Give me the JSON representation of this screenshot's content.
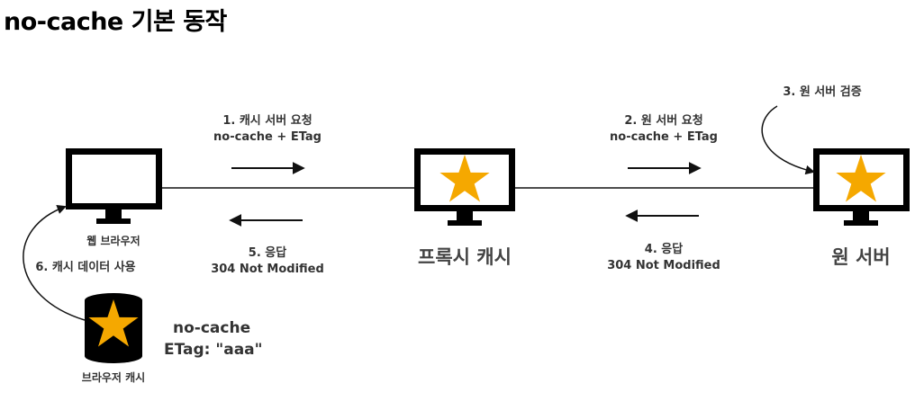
{
  "title": "no-cache 기본 동작",
  "colors": {
    "star": "#F5A800",
    "device": "#000000",
    "line": "#111111"
  },
  "nodes": {
    "browser": {
      "label": "웹 브라우저",
      "icon": "monitor-icon"
    },
    "proxy": {
      "label": "프록시 캐시",
      "icon": "monitor-star-icon"
    },
    "origin": {
      "label": "원 서버",
      "icon": "monitor-star-icon"
    },
    "browser_cache": {
      "label": "브라우저 캐시",
      "icon": "database-star-icon"
    }
  },
  "steps": {
    "s1": {
      "line1": "1. 캐시 서버 요청",
      "line2": "no-cache + ETag"
    },
    "s2": {
      "line1": "2. 원 서버 요청",
      "line2": "no-cache + ETag"
    },
    "s3": {
      "line1": "3. 원 서버 검증"
    },
    "s4": {
      "line1": "4. 응답",
      "line2": "304 Not Modified"
    },
    "s5": {
      "line1": "5. 응답",
      "line2": "304 Not Modified"
    },
    "s6": {
      "line1": "6. 캐시 데이터 사용"
    }
  },
  "cache_info": {
    "line1": "no-cache",
    "line2": "ETag: \"aaa\""
  }
}
